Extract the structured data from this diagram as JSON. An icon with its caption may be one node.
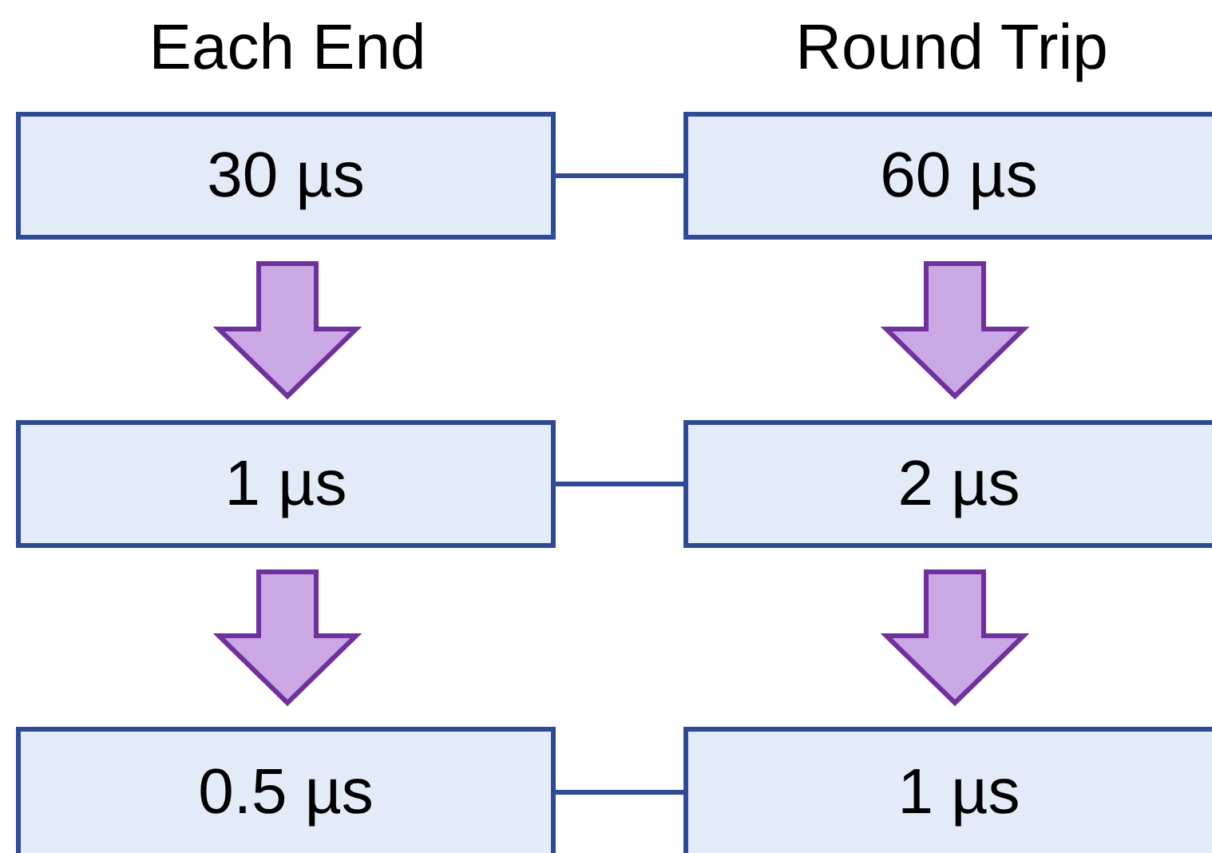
{
  "diagram": {
    "nodes": [
      {
        "text": [
          "30 µs"
        ]
      },
      {
        "text": [
          "60 µs"
        ]
      },
      {
        "text": [
          "1 µs"
        ]
      },
      {
        "text": [
          "2 µs"
        ]
      },
      {
        "text": [
          "0.5 µs"
        ]
      },
      {
        "text": [
          "1 µs"
        ]
      }
    ],
    "edges": [
      {
        "from": 0,
        "to": 1,
        "arrow": "none"
      },
      {
        "from": 0,
        "to": 2,
        "arrow": "to",
        "style": "thick"
      },
      {
        "from": 1,
        "to": 3,
        "arrow": "to",
        "style": "thick"
      },
      {
        "from": 2,
        "to": 3,
        "arrow": "none"
      },
      {
        "from": 2,
        "to": 4,
        "arrow": "to",
        "style": "thick"
      },
      {
        "from": 3,
        "to": 5,
        "arrow": "to",
        "style": "thick"
      },
      {
        "from": 4,
        "to": 5,
        "arrow": "none"
      }
    ],
    "labels": [
      "Each End",
      "Round Trip"
    ]
  }
}
